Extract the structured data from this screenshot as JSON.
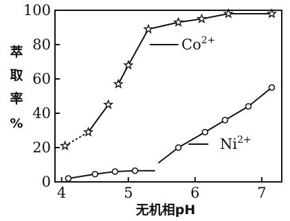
{
  "chart_data": {
    "type": "line",
    "title": "",
    "xlabel": "无机相pH",
    "ylabel_chars": [
      "萃",
      "取",
      "率",
      "%"
    ],
    "xlim": [
      3.9,
      7.3
    ],
    "ylim": [
      0,
      100
    ],
    "xticks": [
      4,
      5,
      6,
      7
    ],
    "yticks": [
      0,
      20,
      40,
      60,
      80,
      100
    ],
    "grid": false,
    "series": [
      {
        "name": "Co2+",
        "label_base": "Co",
        "label_sup": "2+",
        "marker": "star",
        "points": [
          {
            "x": 4.05,
            "y": 21
          },
          {
            "x": 4.4,
            "y": 29
          },
          {
            "x": 4.7,
            "y": 45
          },
          {
            "x": 4.85,
            "y": 57
          },
          {
            "x": 5.0,
            "y": 68
          },
          {
            "x": 5.3,
            "y": 89
          },
          {
            "x": 5.75,
            "y": 93
          },
          {
            "x": 6.1,
            "y": 95
          },
          {
            "x": 6.5,
            "y": 98
          },
          {
            "x": 7.15,
            "y": 98
          }
        ]
      },
      {
        "name": "Ni2+",
        "label_base": "Ni",
        "label_sup": "2+",
        "marker": "circle",
        "points": [
          {
            "x": 4.1,
            "y": 2
          },
          {
            "x": 4.5,
            "y": 4.5
          },
          {
            "x": 4.8,
            "y": 6
          },
          {
            "x": 5.1,
            "y": 6.5
          },
          {
            "x": 5.75,
            "y": 20
          },
          {
            "x": 6.15,
            "y": 29
          },
          {
            "x": 6.45,
            "y": 36
          },
          {
            "x": 6.8,
            "y": 44
          },
          {
            "x": 7.15,
            "y": 55
          }
        ]
      }
    ]
  }
}
